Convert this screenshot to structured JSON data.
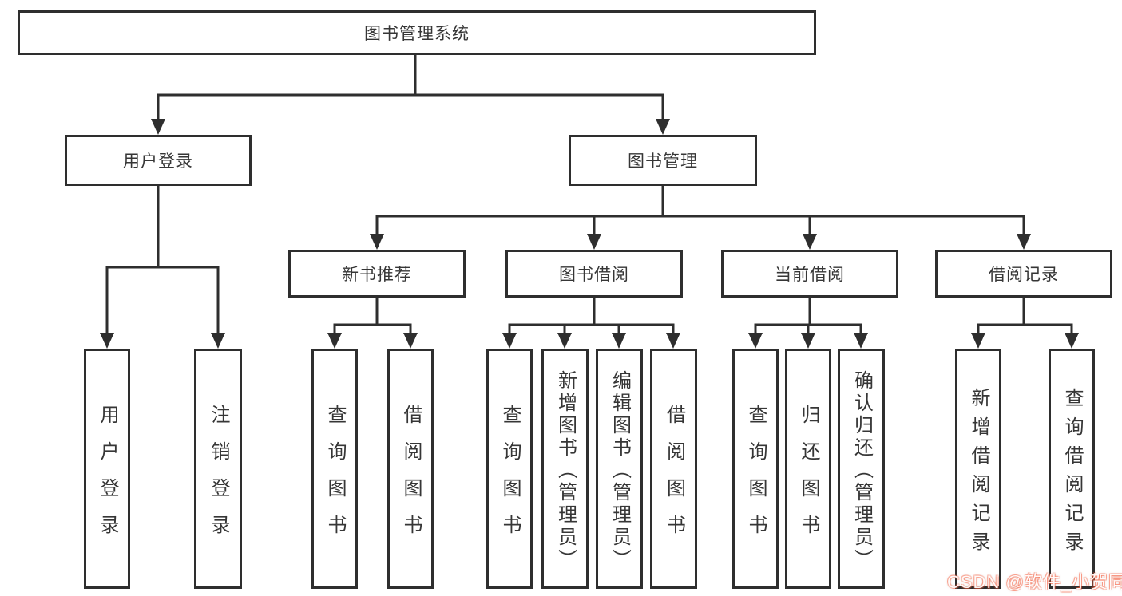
{
  "nodes": {
    "root": {
      "label": "图书管理系统"
    },
    "user_login": {
      "label": "用户登录"
    },
    "book_mgmt": {
      "label": "图书管理"
    },
    "new_book_rec": {
      "label": "新书推荐"
    },
    "book_borrow": {
      "label": "图书借阅"
    },
    "current_borrow": {
      "label": "当前借阅"
    },
    "borrow_record": {
      "label": "借阅记录"
    },
    "leaves": {
      "user_login": {
        "label": "用户登录"
      },
      "logout": {
        "label": "注销登录"
      },
      "rec_query_book": {
        "label": "查询图书"
      },
      "rec_borrow_book": {
        "label": "借阅图书"
      },
      "bb_query_book": {
        "label": "查询图书"
      },
      "bb_add_book_admin": {
        "label": "新增图书（管理员）"
      },
      "bb_edit_book_admin": {
        "label": "编辑图书（管理员）"
      },
      "bb_borrow_book": {
        "label": "借阅图书"
      },
      "cb_query_book": {
        "label": "查询图书"
      },
      "cb_return_book": {
        "label": "归还图书"
      },
      "cb_confirm_return_admin": {
        "label": "确认归还（管理员）"
      },
      "br_add_record": {
        "label": "新增借阅记录"
      },
      "br_query_record": {
        "label": "查询借阅记录"
      }
    }
  },
  "watermark": {
    "text": "CSDN @软件_小贺同学"
  },
  "colors": {
    "line": "#2e2e2e",
    "text": "#363636",
    "background": "#ffffff",
    "watermark_text": "#ffffff",
    "watermark_accent": "#fc5531"
  }
}
